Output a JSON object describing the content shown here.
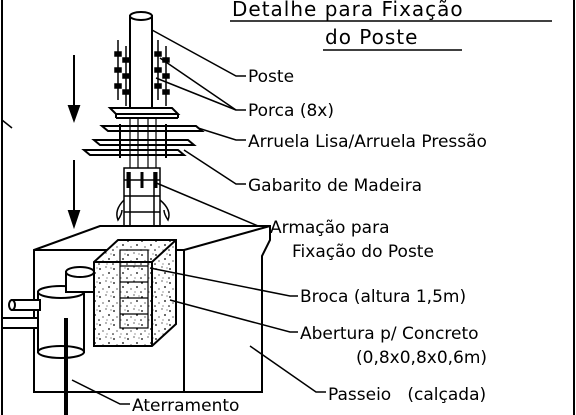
{
  "title": {
    "line1": "Detalhe para Fixação",
    "line2": "do Poste"
  },
  "labels": {
    "poste": "Poste",
    "porca": "Porca (8x)",
    "arruela": "Arruela Lisa/Arruela Pressão",
    "gabarito": "Gabarito de Madeira",
    "armacao1": "Armação para",
    "armacao2": "Fixação do Poste",
    "broca": "Broca (altura 1,5m)",
    "abertura1": "Abertura p/ Concreto",
    "abertura2": "(0,8x0,8x0,6m)",
    "passeio": "Passeio   (calçada)",
    "aterramento": "Aterramento"
  }
}
